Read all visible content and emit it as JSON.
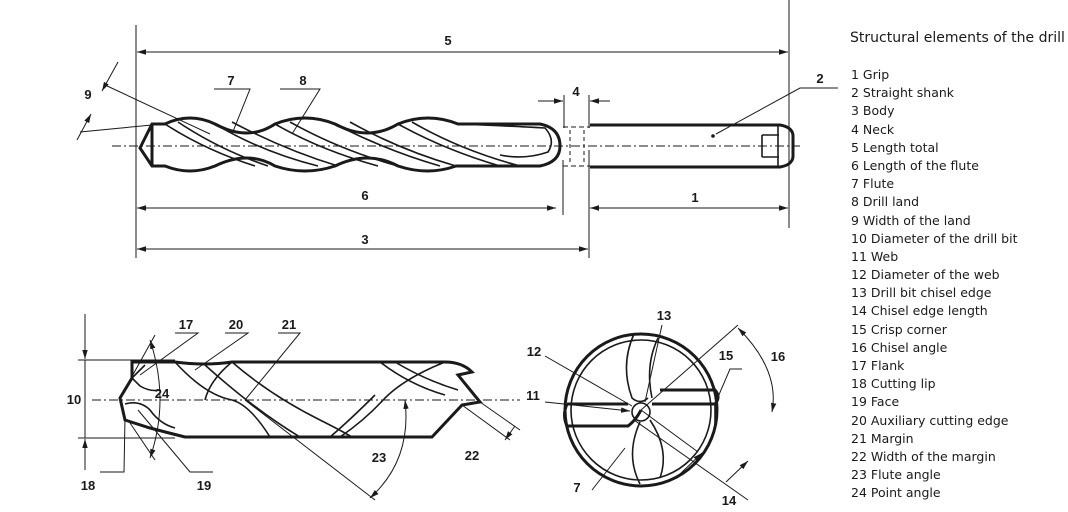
{
  "title": "Structural elements of the drill",
  "legend": [
    "1 Grip",
    "2 Straight shank",
    "3 Body",
    "4 Neck",
    "5 Length total",
    "6 Length of the flute",
    "7 Flute",
    "8 Drill land",
    "9 Width of the land",
    "10 Diameter of the drill bit",
    "11 Web",
    "12 Diameter of the web",
    "13 Drill bit chisel edge",
    "14 Chisel edge length",
    "15 Crisp corner",
    "16 Chisel angle",
    "17 Flank",
    "18 Cutting lip",
    "19 Face",
    "20 Auxiliary cutting edge",
    "21 Margin",
    "22 Width of the margin",
    "23 Flute angle",
    "24 Point angle"
  ],
  "callouts": {
    "c1": "1",
    "c2": "2",
    "c3": "3",
    "c4": "4",
    "c5": "5",
    "c6": "6",
    "c7_side": "7",
    "c8": "8",
    "c9": "9",
    "c10": "10",
    "c11": "11",
    "c12": "12",
    "c13": "13",
    "c14": "14",
    "c15": "15",
    "c16": "16",
    "c17": "17",
    "c18": "18",
    "c19": "19",
    "c20": "20",
    "c21": "21",
    "c22": "22",
    "c23": "23",
    "c24": "24",
    "c7_end": "7"
  }
}
